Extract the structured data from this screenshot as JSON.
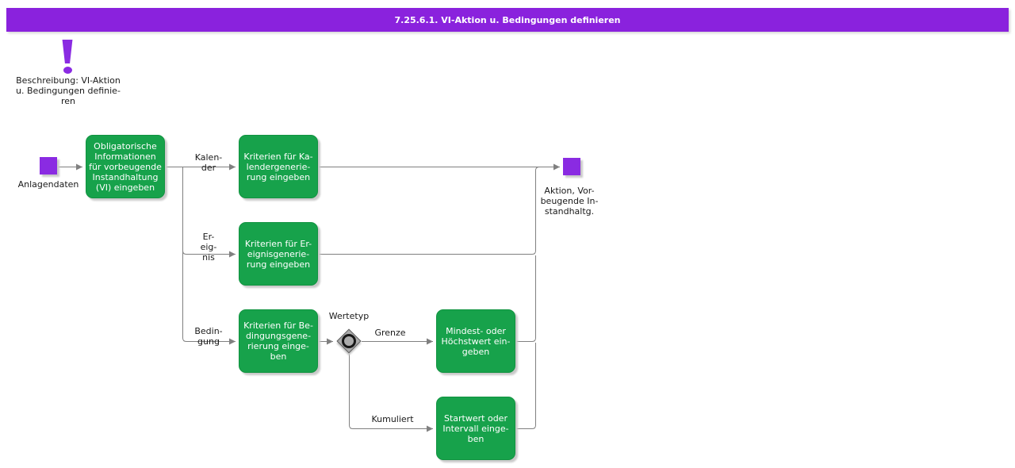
{
  "header": {
    "title": "7.25.6.1. VI-Aktion u. Bedingungen definieren"
  },
  "colors": {
    "title_bar_purple": "#8a22dd",
    "event_purple": "#8a2be2",
    "task_green": "#17a24b",
    "connector_gray": "#808080"
  },
  "note": {
    "icon": "exclamation-icon",
    "text": "Beschreibung: VI-Aktion\nu. Bedingungen definie-\nren"
  },
  "diagram": {
    "start_event": {
      "label": "Anlagendaten"
    },
    "end_event": {
      "label": "Aktion, Vor-\nbeugende In-\nstandhaltg."
    },
    "tasks": {
      "main": "Obligatorische\nInformationen\nfür vorbeugende\nInstandhaltung\n(VI) eingeben",
      "kalender": "Kriterien für Ka-\nlendergenerie-\nrung eingeben",
      "ereignis": "Kriterien für Er-\neignisgenerie-\nrung eingeben",
      "bedingung": "Kriterien für Be-\ndingungsgene-\nrierung einge-\nben",
      "grenze": "Mindest- oder\nHöchstwert ein-\ngeben",
      "kumuliert": "Startwert oder\nIntervall einge-\nben"
    },
    "decision": {
      "label": "Wertetyp"
    },
    "edge_labels": {
      "kalender": "Kalen-\nder",
      "ereignis": "Er-\neig-\nnis",
      "bedingung": "Bedin-\ngung",
      "grenze": "Grenze",
      "kumuliert": "Kumuliert"
    }
  }
}
